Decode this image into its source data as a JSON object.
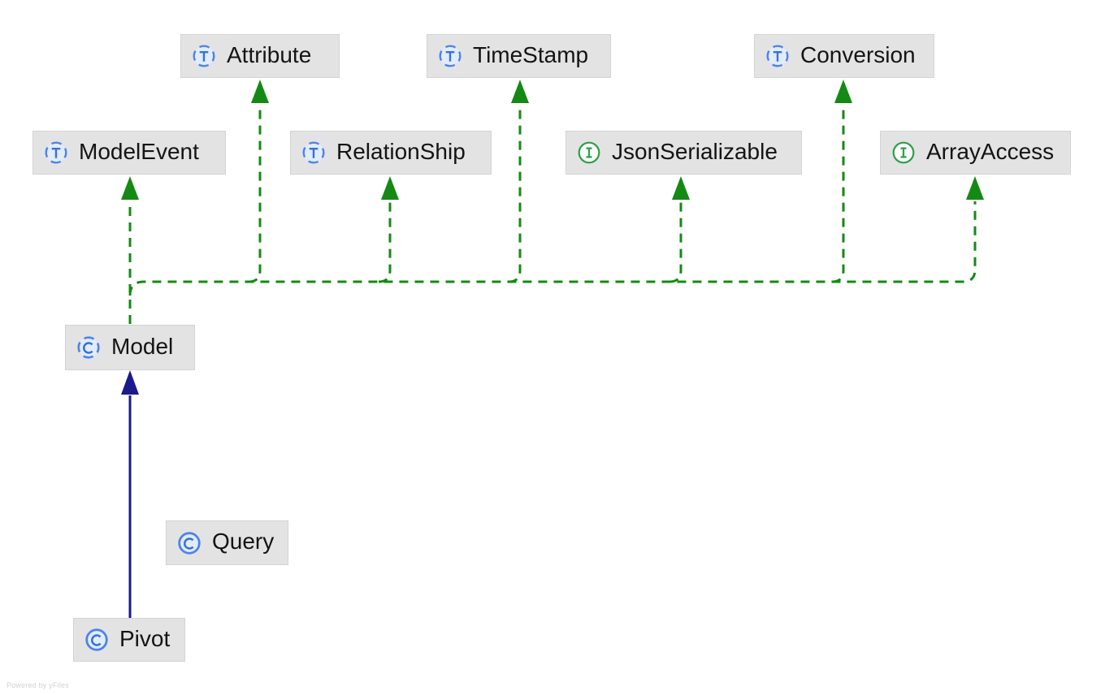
{
  "diagram": {
    "watermark": "Powered by yFiles",
    "colors": {
      "node_fill": "#e3e3e3",
      "node_border": "#d3d3d3",
      "trait_class_icon_blue": "#4f83ea",
      "icon_letter_blue": "#3a70d9",
      "interface_icon_green": "#2f9e4a",
      "realization_edge_green": "#148a14",
      "inheritance_edge_blue": "#1a1a8c"
    },
    "nodes": [
      {
        "id": "attribute",
        "label": "Attribute",
        "kind": "trait",
        "icon": "trait-icon"
      },
      {
        "id": "timestamp",
        "label": "TimeStamp",
        "kind": "trait",
        "icon": "trait-icon"
      },
      {
        "id": "conversion",
        "label": "Conversion",
        "kind": "trait",
        "icon": "trait-icon"
      },
      {
        "id": "modelevent",
        "label": "ModelEvent",
        "kind": "trait",
        "icon": "trait-icon"
      },
      {
        "id": "relationship",
        "label": "RelationShip",
        "kind": "trait",
        "icon": "trait-icon"
      },
      {
        "id": "jsonserializable",
        "label": "JsonSerializable",
        "kind": "interface",
        "icon": "interface-icon"
      },
      {
        "id": "arrayaccess",
        "label": "ArrayAccess",
        "kind": "interface",
        "icon": "interface-icon"
      },
      {
        "id": "model",
        "label": "Model",
        "kind": "abstract-class",
        "icon": "abstract-class-icon"
      },
      {
        "id": "query",
        "label": "Query",
        "kind": "class",
        "icon": "class-icon"
      },
      {
        "id": "pivot",
        "label": "Pivot",
        "kind": "class",
        "icon": "class-icon"
      }
    ],
    "edges": [
      {
        "from": "model",
        "to": "modelevent",
        "style": "dashed-green-arrow"
      },
      {
        "from": "model",
        "to": "attribute",
        "style": "dashed-green-arrow"
      },
      {
        "from": "model",
        "to": "relationship",
        "style": "dashed-green-arrow"
      },
      {
        "from": "model",
        "to": "timestamp",
        "style": "dashed-green-arrow"
      },
      {
        "from": "model",
        "to": "jsonserializable",
        "style": "dashed-green-arrow"
      },
      {
        "from": "model",
        "to": "conversion",
        "style": "dashed-green-arrow"
      },
      {
        "from": "model",
        "to": "arrayaccess",
        "style": "dashed-green-arrow"
      },
      {
        "from": "pivot",
        "to": "model",
        "style": "solid-blue-arrow"
      }
    ]
  }
}
